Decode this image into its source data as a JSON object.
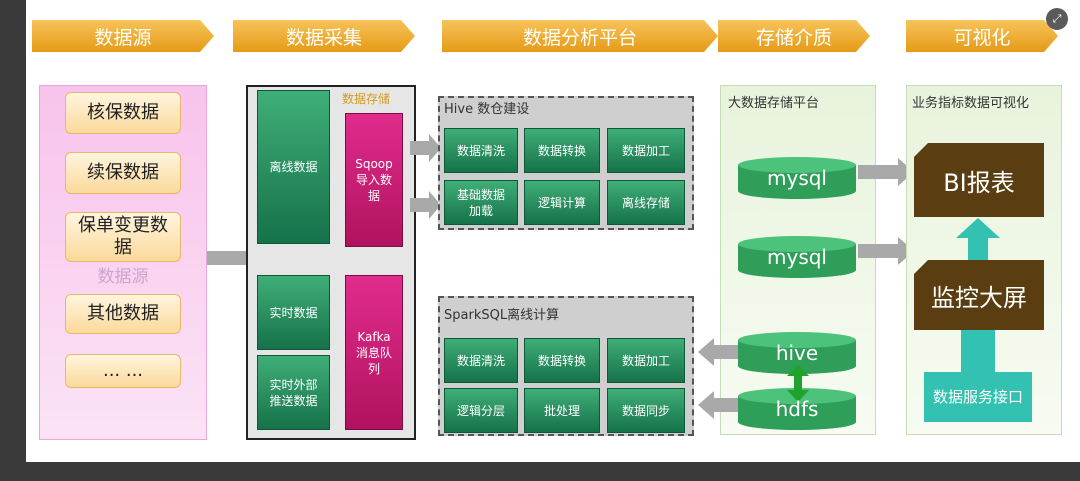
{
  "header": {
    "steps": [
      "数据源",
      "数据采集",
      "数据分析平台",
      "存储介质",
      "可视化"
    ]
  },
  "sources": {
    "items": [
      "核保数据",
      "续保数据",
      "保单变更数据",
      "其他数据",
      "... ..."
    ],
    "overlay_label": "数据源"
  },
  "collection": {
    "storage_label": "数据存储",
    "offline": "离线数据",
    "sqoop": "Sqoop导入数据",
    "realtime": "实时数据",
    "external_push": "实时外部推送数据",
    "kafka": "Kafka消息队列"
  },
  "hive": {
    "title": "Hive 数仓建设",
    "cells": [
      "数据清洗",
      "数据转换",
      "数据加工",
      "基础数据加载",
      "逻辑计算",
      "离线存储"
    ]
  },
  "sparksql": {
    "title": "SparkSQL离线计算",
    "cells": [
      "数据清洗",
      "数据转换",
      "数据加工",
      "逻辑分层",
      "批处理",
      "数据同步"
    ]
  },
  "storage": {
    "title": "大数据存储平台",
    "dbs": [
      "mysql",
      "mysql",
      "hive",
      "hdfs"
    ]
  },
  "visual": {
    "title": "业务指标数据可视化",
    "bi": "BI报表",
    "monitor": "监控大屏",
    "service": "数据服务接口"
  },
  "colors": {
    "header_orange": "#e59b17",
    "green": "#16724a",
    "magenta": "#b0125f",
    "teal": "#33c2b2",
    "brown": "#5a3d11"
  }
}
